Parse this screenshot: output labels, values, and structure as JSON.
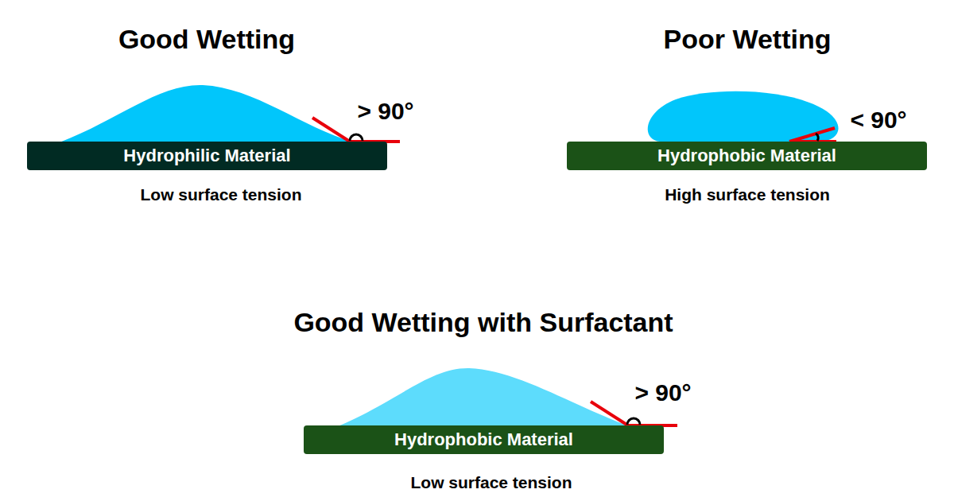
{
  "diagram": {
    "nodes": [
      {
        "text": [
          "Hydrophilic Material"
        ]
      },
      {
        "text": [
          "Hydrophobic Material"
        ]
      },
      {
        "text": [
          "Hydrophobic Material"
        ]
      }
    ],
    "labels": [
      "Good Wetting",
      "> 90°",
      "Low surface tension",
      "Poor Wetting",
      "< 90°",
      "High surface tension",
      "Good Wetting with Surfactant",
      "> 90°",
      "Low surface tension"
    ]
  }
}
